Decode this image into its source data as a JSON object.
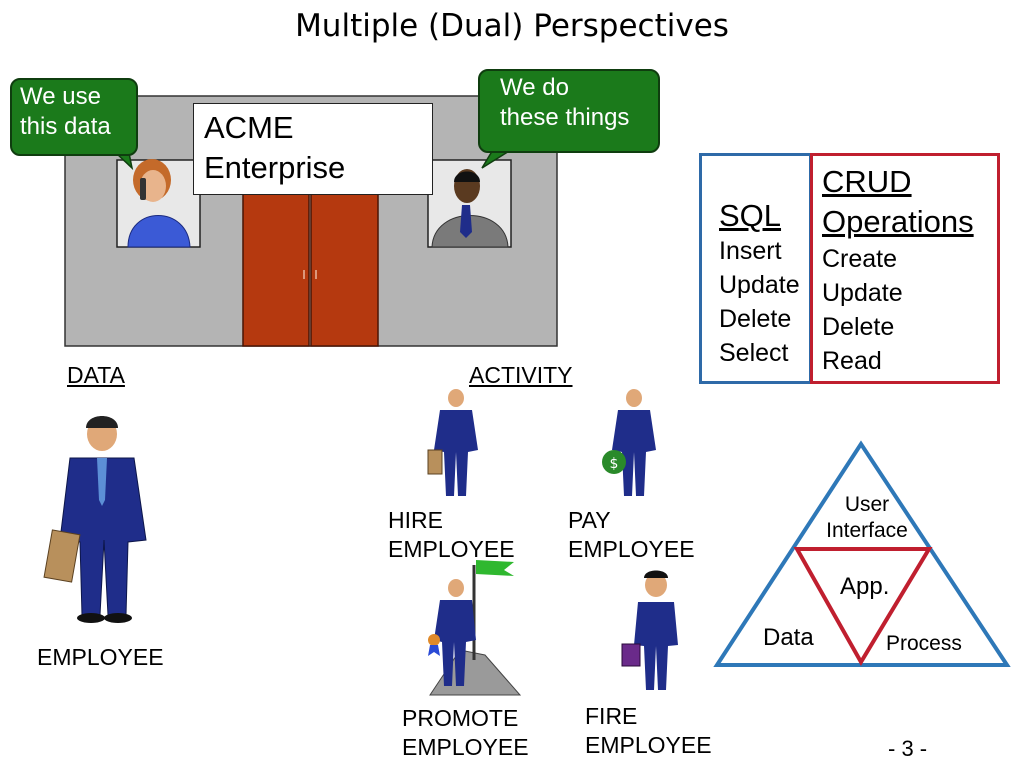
{
  "title": "Multiple (Dual) Perspectives",
  "bubble_left": [
    "We use",
    "this data"
  ],
  "bubble_right": [
    "We do",
    "these things"
  ],
  "acme": [
    "ACME",
    "Enterprise"
  ],
  "sql": {
    "heading": "SQL",
    "items": [
      "Insert",
      "Update",
      "Delete",
      "Select"
    ]
  },
  "crud": {
    "heading": [
      "CRUD",
      "Operations"
    ],
    "items": [
      "Create",
      "Update",
      "Delete",
      "Read"
    ]
  },
  "data_label": "DATA",
  "activity_label": "ACTIVITY",
  "employee_label": "EMPLOYEE",
  "activities": {
    "hire": [
      "HIRE",
      "EMPLOYEE"
    ],
    "pay": [
      "PAY",
      "EMPLOYEE"
    ],
    "promote": [
      "PROMOTE",
      "EMPLOYEE"
    ],
    "fire": [
      "FIRE",
      "EMPLOYEE"
    ]
  },
  "triangle": {
    "top": [
      "User",
      "Interface"
    ],
    "center": "App.",
    "left": "Data",
    "right": "Process"
  },
  "page_number": "- 3 -",
  "colors": {
    "bubble": "#1b7a1b",
    "building": "#b4b4b4",
    "door": "#b5390f",
    "suit": "#1f2d8a",
    "sql_border": "#2e6aa8",
    "crud_border": "#c01f2f",
    "triangle_outer": "#2e78b8",
    "triangle_inner": "#c01f2f"
  }
}
